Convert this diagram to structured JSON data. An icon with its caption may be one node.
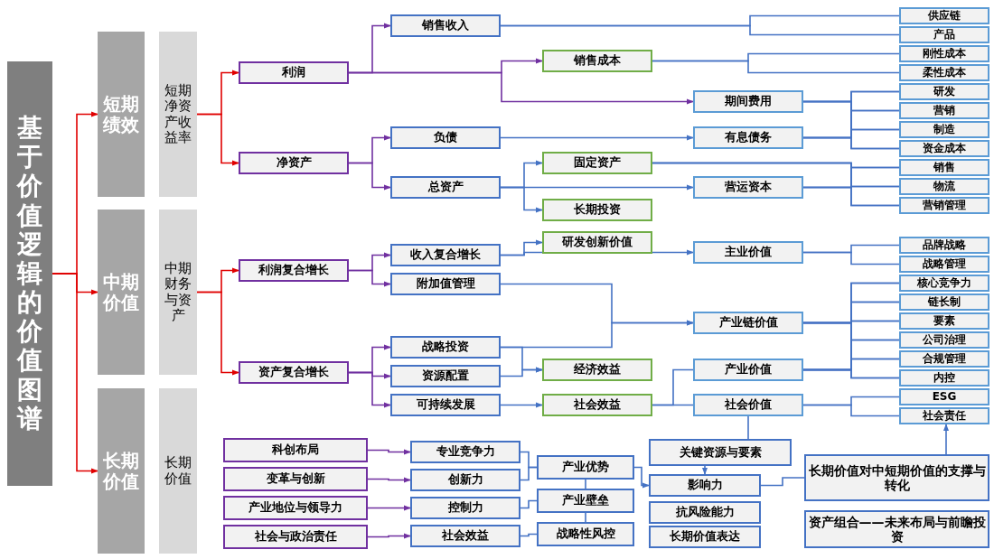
{
  "diagram": {
    "nodes": [
      {
        "text": [
          "基于价值逻辑的价值图谱"
        ]
      },
      {
        "text": [
          "短期绩效"
        ]
      },
      {
        "text": [
          "中期价值"
        ]
      },
      {
        "text": [
          "长期价值"
        ]
      },
      {
        "text": [
          "短期净资产收益率"
        ]
      },
      {
        "text": [
          "中期财务与资产"
        ]
      },
      {
        "text": [
          "长期价值"
        ]
      },
      {
        "text": [
          "利润"
        ]
      },
      {
        "text": [
          "净资产"
        ]
      },
      {
        "text": [
          "销售收入"
        ]
      },
      {
        "text": [
          "销售成本"
        ]
      },
      {
        "text": [
          "期间费用"
        ]
      },
      {
        "text": [
          "负债"
        ]
      },
      {
        "text": [
          "有息债务"
        ]
      },
      {
        "text": [
          "总资产"
        ]
      },
      {
        "text": [
          "固定资产"
        ]
      },
      {
        "text": [
          "营运资本"
        ]
      },
      {
        "text": [
          "长期投资"
        ]
      },
      {
        "text": [
          "供应链"
        ]
      },
      {
        "text": [
          "产品"
        ]
      },
      {
        "text": [
          "刚性成本"
        ]
      },
      {
        "text": [
          "柔性成本"
        ]
      },
      {
        "text": [
          "研发"
        ]
      },
      {
        "text": [
          "营销"
        ]
      },
      {
        "text": [
          "制造"
        ]
      },
      {
        "text": [
          "资金成本"
        ]
      },
      {
        "text": [
          "销售"
        ]
      },
      {
        "text": [
          "物流"
        ]
      },
      {
        "text": [
          "营销管理"
        ]
      },
      {
        "text": [
          "利润复合增长"
        ]
      },
      {
        "text": [
          "资产复合增长"
        ]
      },
      {
        "text": [
          "收入复合增长"
        ]
      },
      {
        "text": [
          "附加值管理"
        ]
      },
      {
        "text": [
          "研发创新价值"
        ]
      },
      {
        "text": [
          "主业价值"
        ]
      },
      {
        "text": [
          "产业链价值"
        ]
      },
      {
        "text": [
          "战略投资"
        ]
      },
      {
        "text": [
          "资源配置"
        ]
      },
      {
        "text": [
          "可持续发展"
        ]
      },
      {
        "text": [
          "经济效益"
        ]
      },
      {
        "text": [
          "社会效益"
        ]
      },
      {
        "text": [
          "产业价值"
        ]
      },
      {
        "text": [
          "社会价值"
        ]
      },
      {
        "text": [
          "品牌战略"
        ]
      },
      {
        "text": [
          "战略管理"
        ]
      },
      {
        "text": [
          "核心竞争力"
        ]
      },
      {
        "text": [
          "链长制"
        ]
      },
      {
        "text": [
          "要素"
        ]
      },
      {
        "text": [
          "公司治理"
        ]
      },
      {
        "text": [
          "合规管理"
        ]
      },
      {
        "text": [
          "内控"
        ]
      },
      {
        "text": [
          "ESG"
        ]
      },
      {
        "text": [
          "社会责任"
        ]
      },
      {
        "text": [
          "科创布局"
        ]
      },
      {
        "text": [
          "变革与创新"
        ]
      },
      {
        "text": [
          "产业地位与领导力"
        ]
      },
      {
        "text": [
          "社会与政治责任"
        ]
      },
      {
        "text": [
          "专业竞争力"
        ]
      },
      {
        "text": [
          "创新力"
        ]
      },
      {
        "text": [
          "控制力"
        ]
      },
      {
        "text": [
          "社会效益"
        ]
      },
      {
        "text": [
          "产业优势"
        ]
      },
      {
        "text": [
          "产业壁垒"
        ]
      },
      {
        "text": [
          "战略性风控"
        ]
      },
      {
        "text": [
          "关键资源与要素"
        ]
      },
      {
        "text": [
          "影响力"
        ]
      },
      {
        "text": [
          "抗风险能力"
        ]
      },
      {
        "text": [
          "长期价值表达"
        ]
      },
      {
        "text": [
          "长期价值对中短期价值的支撑与转化"
        ]
      },
      {
        "text": [
          "资产组合——未来布局与前瞻投资"
        ]
      }
    ],
    "edges": [
      {
        "from": 0,
        "to": 1,
        "arrow": "to",
        "color": "#e00000"
      },
      {
        "from": 0,
        "to": 2,
        "arrow": "to",
        "color": "#e00000"
      },
      {
        "from": 0,
        "to": 3,
        "arrow": "to",
        "color": "#e00000"
      },
      {
        "from": 4,
        "to": 7,
        "arrow": "to",
        "color": "#e00000"
      },
      {
        "from": 4,
        "to": 8,
        "arrow": "to",
        "color": "#e00000"
      },
      {
        "from": 5,
        "to": 29,
        "arrow": "to",
        "color": "#e00000"
      },
      {
        "from": 5,
        "to": 30,
        "arrow": "to",
        "color": "#e00000"
      },
      {
        "from": 7,
        "to": 9,
        "arrow": "to",
        "color": "#7030a0"
      },
      {
        "from": 7,
        "to": 10,
        "arrow": "to",
        "color": "#7030a0"
      },
      {
        "from": 7,
        "to": 11,
        "arrow": "to",
        "color": "#7030a0"
      },
      {
        "from": 8,
        "to": 12,
        "arrow": "to",
        "color": "#7030a0"
      },
      {
        "from": 8,
        "to": 14,
        "arrow": "to",
        "color": "#7030a0"
      },
      {
        "from": 9,
        "to": 18,
        "arrow": "none"
      },
      {
        "from": 9,
        "to": 19,
        "arrow": "none"
      },
      {
        "from": 10,
        "to": 20,
        "arrow": "none"
      },
      {
        "from": 10,
        "to": 21,
        "arrow": "none"
      },
      {
        "from": 12,
        "to": 13,
        "arrow": "to"
      },
      {
        "from": 14,
        "to": 15,
        "arrow": "to"
      },
      {
        "from": 14,
        "to": 16,
        "arrow": "to"
      },
      {
        "from": 14,
        "to": 17,
        "arrow": "to"
      },
      {
        "from": 11,
        "to": 22,
        "arrow": "none"
      },
      {
        "from": 11,
        "to": 23,
        "arrow": "none"
      },
      {
        "from": 11,
        "to": 24,
        "arrow": "none"
      },
      {
        "from": 11,
        "to": 25,
        "arrow": "none"
      },
      {
        "from": 13,
        "to": 22,
        "arrow": "none"
      },
      {
        "from": 13,
        "to": 23,
        "arrow": "none"
      },
      {
        "from": 13,
        "to": 24,
        "arrow": "none"
      },
      {
        "from": 13,
        "to": 25,
        "arrow": "none"
      },
      {
        "from": 15,
        "to": 26,
        "arrow": "none"
      },
      {
        "from": 15,
        "to": 27,
        "arrow": "none"
      },
      {
        "from": 15,
        "to": 28,
        "arrow": "none"
      },
      {
        "from": 16,
        "to": 26,
        "arrow": "none"
      },
      {
        "from": 16,
        "to": 27,
        "arrow": "none"
      },
      {
        "from": 16,
        "to": 28,
        "arrow": "none"
      },
      {
        "from": 29,
        "to": 31,
        "arrow": "to",
        "color": "#7030a0"
      },
      {
        "from": 29,
        "to": 32,
        "arrow": "to",
        "color": "#7030a0"
      },
      {
        "from": 30,
        "to": 36,
        "arrow": "to",
        "color": "#7030a0"
      },
      {
        "from": 30,
        "to": 37,
        "arrow": "to",
        "color": "#7030a0"
      },
      {
        "from": 30,
        "to": 38,
        "arrow": "to",
        "color": "#7030a0"
      },
      {
        "from": 31,
        "to": 33,
        "arrow": "to"
      },
      {
        "from": 31,
        "to": 34,
        "arrow": "to"
      },
      {
        "from": 32,
        "to": 35,
        "arrow": "to"
      },
      {
        "from": 36,
        "to": 35,
        "arrow": "to"
      },
      {
        "from": 36,
        "to": 39,
        "arrow": "to"
      },
      {
        "from": 37,
        "to": 39,
        "arrow": "to"
      },
      {
        "from": 38,
        "to": 40,
        "arrow": "to"
      },
      {
        "from": 40,
        "to": 41,
        "arrow": "none"
      },
      {
        "from": 40,
        "to": 42,
        "arrow": "none"
      },
      {
        "from": 34,
        "to": 43,
        "arrow": "none"
      },
      {
        "from": 34,
        "to": 44,
        "arrow": "none"
      },
      {
        "from": 35,
        "to": 45,
        "arrow": "none"
      },
      {
        "from": 35,
        "to": 46,
        "arrow": "none"
      },
      {
        "from": 35,
        "to": 47,
        "arrow": "none"
      },
      {
        "from": 35,
        "to": 48,
        "arrow": "none"
      },
      {
        "from": 35,
        "to": 49,
        "arrow": "none"
      },
      {
        "from": 35,
        "to": 50,
        "arrow": "none"
      },
      {
        "from": 41,
        "to": 45,
        "arrow": "none"
      },
      {
        "from": 41,
        "to": 46,
        "arrow": "none"
      },
      {
        "from": 41,
        "to": 47,
        "arrow": "none"
      },
      {
        "from": 41,
        "to": 48,
        "arrow": "none"
      },
      {
        "from": 41,
        "to": 49,
        "arrow": "none"
      },
      {
        "from": 41,
        "to": 50,
        "arrow": "none"
      },
      {
        "from": 42,
        "to": 51,
        "arrow": "none"
      },
      {
        "from": 42,
        "to": 52,
        "arrow": "none"
      },
      {
        "from": 42,
        "to": 64,
        "arrow": "none"
      },
      {
        "from": 53,
        "to": 57,
        "arrow": "to",
        "color": "#7030a0"
      },
      {
        "from": 54,
        "to": 58,
        "arrow": "to",
        "color": "#7030a0"
      },
      {
        "from": 55,
        "to": 59,
        "arrow": "to",
        "color": "#7030a0"
      },
      {
        "from": 56,
        "to": 60,
        "arrow": "to",
        "color": "#7030a0"
      },
      {
        "from": 57,
        "to": 61,
        "arrow": "none"
      },
      {
        "from": 58,
        "to": 61,
        "arrow": "none"
      },
      {
        "from": 59,
        "to": 62,
        "arrow": "none"
      },
      {
        "from": 60,
        "to": 63,
        "arrow": "none"
      },
      {
        "from": 61,
        "to": 62,
        "arrow": "none"
      },
      {
        "from": 62,
        "to": 63,
        "arrow": "none"
      },
      {
        "from": 61,
        "to": 65,
        "arrow": "to"
      },
      {
        "from": 64,
        "to": 65,
        "arrow": "to"
      },
      {
        "from": 65,
        "to": 68,
        "arrow": "none"
      },
      {
        "from": 68,
        "to": 52,
        "arrow": "to"
      }
    ]
  }
}
